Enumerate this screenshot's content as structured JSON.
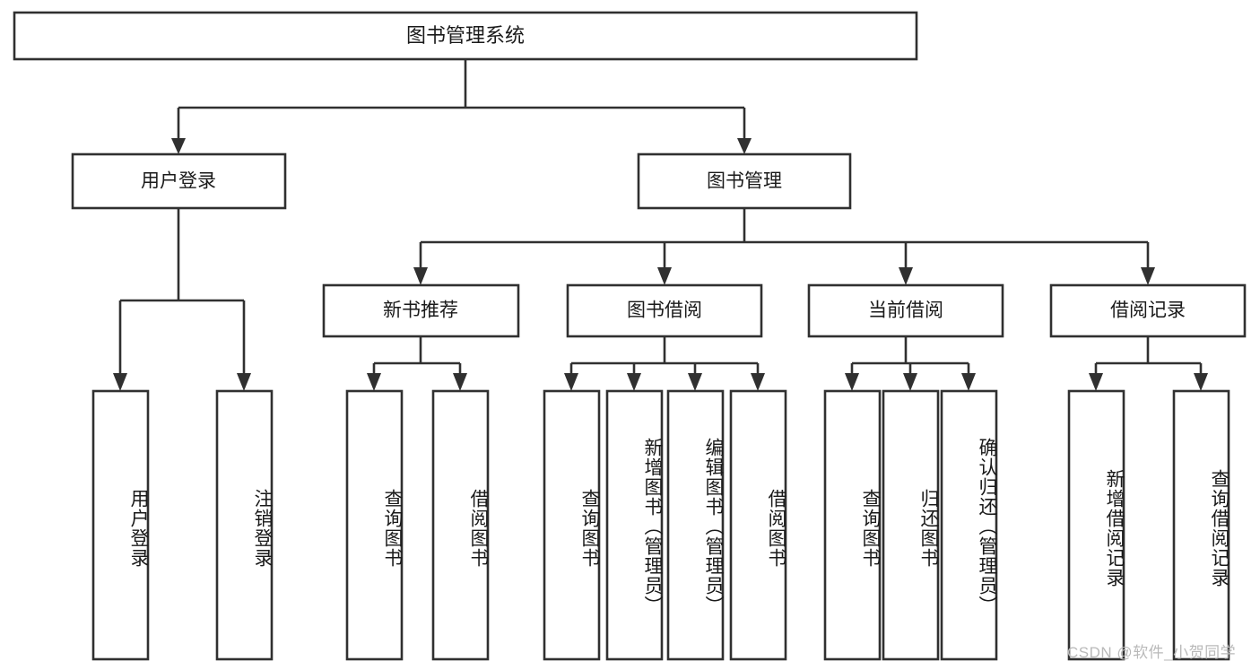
{
  "diagram": {
    "type": "tree",
    "title_node": {
      "id": "root",
      "label": "图书管理系统"
    },
    "level2": [
      {
        "id": "user-login",
        "label": "用户登录"
      },
      {
        "id": "book-manage",
        "label": "图书管理"
      }
    ],
    "level3": [
      {
        "id": "new-book-recommend",
        "label": "新书推荐",
        "parent": "book-manage"
      },
      {
        "id": "book-borrow",
        "label": "图书借阅",
        "parent": "book-manage"
      },
      {
        "id": "current-borrow",
        "label": "当前借阅",
        "parent": "book-manage"
      },
      {
        "id": "borrow-record",
        "label": "借阅记录",
        "parent": "book-manage"
      }
    ],
    "leaves": [
      {
        "id": "leaf-user-login",
        "label": "用户登录",
        "parent": "user-login"
      },
      {
        "id": "leaf-user-logout",
        "label": "注销登录",
        "parent": "user-login"
      },
      {
        "id": "leaf-query-book-1",
        "label": "查询图书",
        "parent": "new-book-recommend"
      },
      {
        "id": "leaf-borrow-book-1",
        "label": "借阅图书",
        "parent": "new-book-recommend"
      },
      {
        "id": "leaf-query-book-2",
        "label": "查询图书",
        "parent": "book-borrow"
      },
      {
        "id": "leaf-add-book",
        "label": "新增图书（管理员）",
        "parent": "book-borrow"
      },
      {
        "id": "leaf-edit-book",
        "label": "编辑图书（管理员）",
        "parent": "book-borrow"
      },
      {
        "id": "leaf-borrow-book-2",
        "label": "借阅图书",
        "parent": "book-borrow"
      },
      {
        "id": "leaf-query-book-3",
        "label": "查询图书",
        "parent": "current-borrow"
      },
      {
        "id": "leaf-return-book",
        "label": "归还图书",
        "parent": "current-borrow"
      },
      {
        "id": "leaf-confirm-return",
        "label": "确认归还（管理员）",
        "parent": "current-borrow"
      },
      {
        "id": "leaf-add-record",
        "label": "新增借阅记录",
        "parent": "borrow-record"
      },
      {
        "id": "leaf-query-record",
        "label": "查询借阅记录",
        "parent": "borrow-record"
      }
    ],
    "colors": {
      "stroke": "#303030",
      "fill": "#ffffff",
      "text": "#1a1a1a",
      "watermark": "#b9b9b9"
    }
  },
  "watermark": {
    "text": "CSDN @软件_小贺同学"
  }
}
